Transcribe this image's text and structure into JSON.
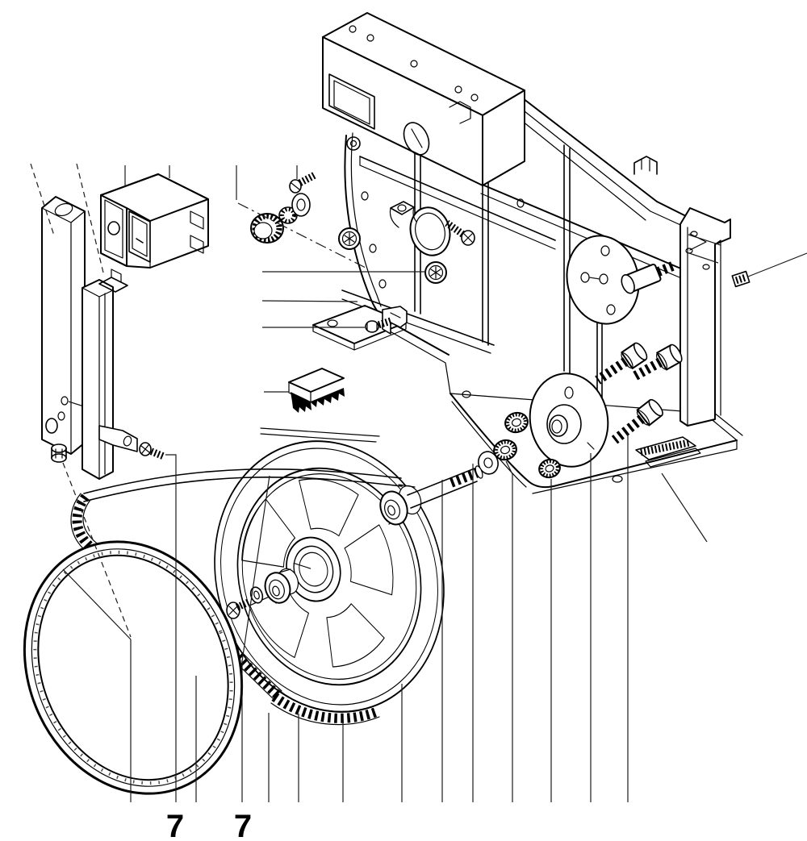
{
  "figure": {
    "kind": "exploded-view parts diagram",
    "background_color": "#ffffff",
    "line_color": "#000000",
    "parts_depicted": [
      "frame-plate",
      "control-box",
      "rocker-switch",
      "square-bar-post",
      "channel-bracket",
      "bracket-screw",
      "lock-nut",
      "knurled-knob",
      "knurled-spacer",
      "washer",
      "pan-head-screw",
      "torx-screw",
      "pipe-clamp",
      "clamp-screw",
      "mounting-plate",
      "z-bracket-bolt",
      "cleaning-brush",
      "flange-disc",
      "shoulder-bolt",
      "set-screw",
      "socket-cap-screw",
      "motor-hub",
      "flange-nut",
      "axle-shaft",
      "bearing-housing",
      "wheel-bearing",
      "band-wheel",
      "wheel-tire",
      "toothed-drive-belt",
      "base-plate",
      "slide-bracket",
      "right-post"
    ]
  },
  "callouts": [
    {
      "label": "7"
    },
    {
      "label": "7"
    }
  ]
}
